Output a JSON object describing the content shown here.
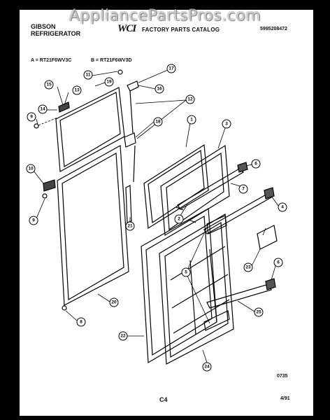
{
  "header": {
    "brand_line1": "GIBSON",
    "brand_line2": "REFRIGERATOR",
    "logo": "WCI",
    "catalog_title": "FACTORY PARTS CATALOG",
    "catalog_number": "5995208472"
  },
  "models": {
    "a": "A = RT21F6WV3C",
    "b": "B = RT21F6WV3D"
  },
  "watermark": "AppliancePartsPros.com",
  "footer": {
    "code": "0735",
    "page": "C4",
    "date": "4/91"
  },
  "callouts": [
    "1",
    "2",
    "3",
    "4",
    "5",
    "5",
    "6",
    "6",
    "7",
    "8",
    "9",
    "9",
    "10",
    "11",
    "12",
    "13",
    "14",
    "15",
    "16",
    "17",
    "18",
    "19",
    "20",
    "21",
    "22",
    "23",
    "24",
    "25"
  ]
}
